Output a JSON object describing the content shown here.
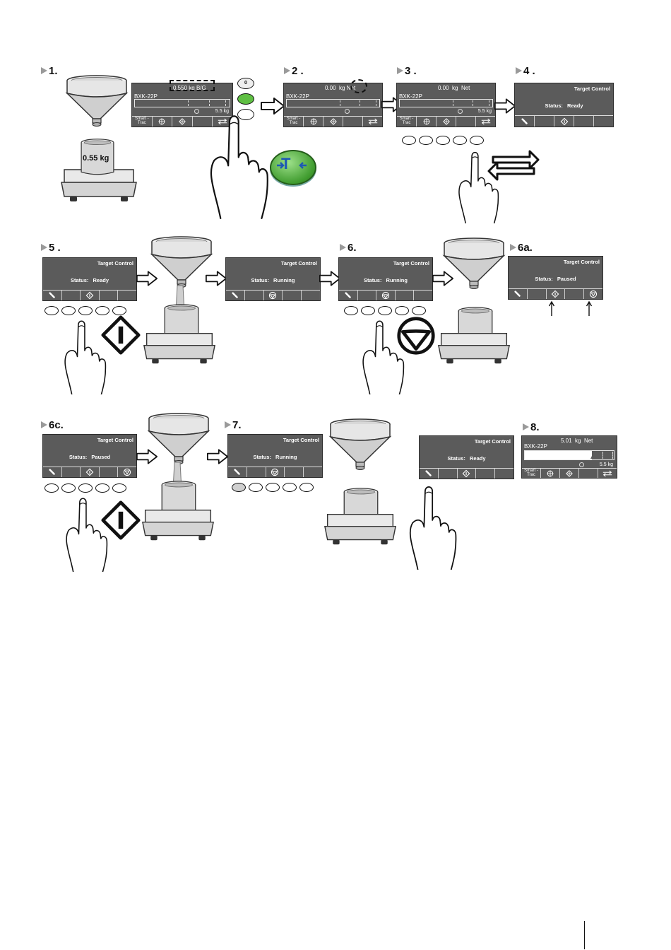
{
  "steps": {
    "s1": "1.",
    "s2": "2 .",
    "s3": "3 .",
    "s4": "4 .",
    "s5": "5 .",
    "s6": "6.",
    "s6a": "6a.",
    "s6c": "6c.",
    "s7": "7.",
    "s8": "8."
  },
  "container_weight": "0.55 kg",
  "terminal": {
    "model": "BXK-22P",
    "capacity": "5.5 kg",
    "smart_trac_label": "Smart -Trac",
    "target_control_title": "Target Control",
    "status_label": "Status:",
    "status_ready": "Ready",
    "status_running": "Running",
    "status_paused": "Paused"
  },
  "readouts": {
    "gross": {
      "value": "0.550",
      "unit": "kg",
      "mode": "B/G"
    },
    "net_zero": {
      "value": "0.00",
      "unit": "kg",
      "mode": "Net"
    },
    "net_final": {
      "value": "5.01",
      "unit": "kg",
      "mode": "Net"
    }
  },
  "tare_key_label": "T",
  "zero_key_label": "0",
  "final_fill_fraction": 0.75,
  "colors": {
    "screen": "#5b5b5b",
    "tare_green": "#4caa3a",
    "tare_blue": "#1d58b5"
  },
  "icons": [
    "funnel-icon",
    "container-icon",
    "balance-icon",
    "hand-pointer-icon",
    "start-icon",
    "pause-icon",
    "tare-key-icon",
    "swap-arrows-icon",
    "arrow-right-icon"
  ]
}
